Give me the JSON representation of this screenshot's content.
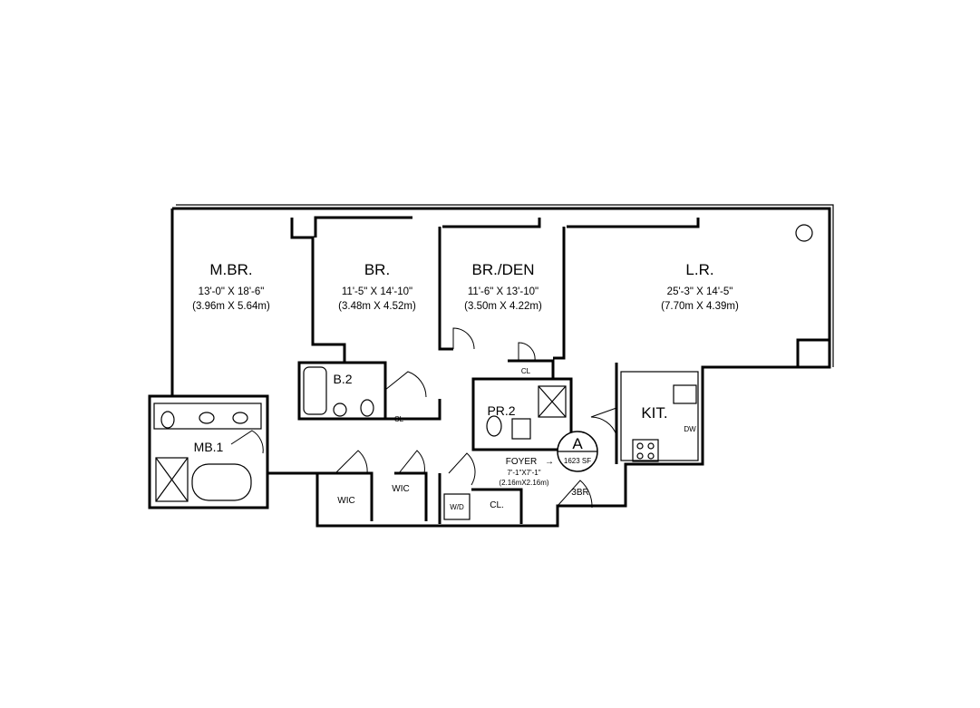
{
  "rooms": {
    "mbr": {
      "name": "M.BR.",
      "imperial": "13'-0\" X 18'-6\"",
      "metric": "(3.96m X 5.64m)"
    },
    "br": {
      "name": "BR.",
      "imperial": "11'-5\" X 14'-10\"",
      "metric": "(3.48m X 4.52m)"
    },
    "den": {
      "name": "BR./DEN",
      "imperial": "11'-6\" X 13'-10\"",
      "metric": "(3.50m X 4.22m)"
    },
    "lr": {
      "name": "L.R.",
      "imperial": "25'-3\" X 14'-5\"",
      "metric": "(7.70m X 4.39m)"
    },
    "foyer": {
      "name": "FOYER",
      "imperial": "7'-1\"X7'-1\"",
      "metric": "(2.16mX2.16m)"
    }
  },
  "labels": {
    "b2": "B.2",
    "mb1": "MB.1",
    "pr2": "PR.2",
    "kit": "KIT.",
    "dw": "DW",
    "cl1": "CL",
    "cl2": "CL",
    "cl3": "CL.",
    "wic1": "WIC",
    "wic2": "WIC",
    "wd": "W/D",
    "entry": "3BR"
  },
  "badge": {
    "unit": "A",
    "area": "1623 SF"
  }
}
